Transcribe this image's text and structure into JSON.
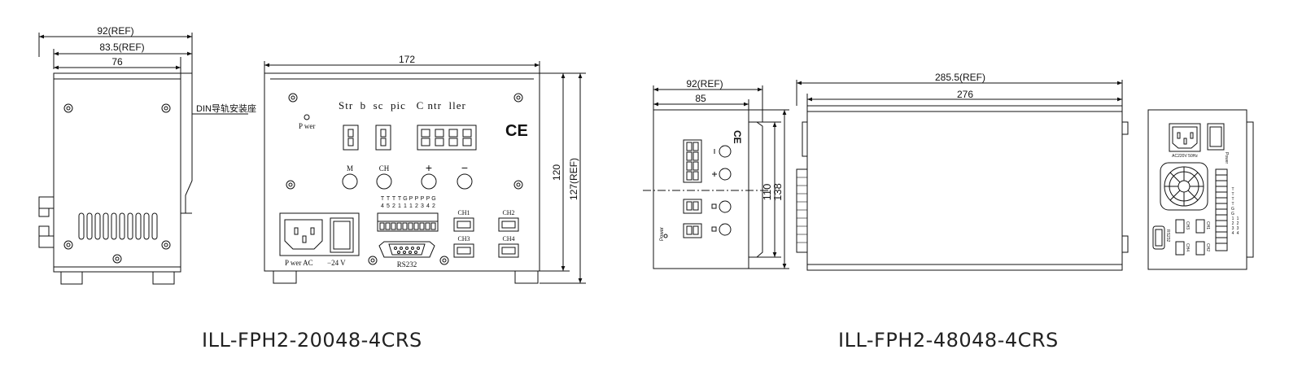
{
  "left": {
    "caption": "ILL-FPH2-20048-4CRS",
    "side": {
      "dim_total": "92(REF)",
      "dim_mid": "83.5(REF)",
      "dim_body": "76",
      "din_label": "DIN导轨安装座"
    },
    "front": {
      "dim_width": "172",
      "dim_height": "120",
      "dim_height_ref": "127(REF)",
      "title": "Str  b  sc  pic   C ntr  ller",
      "power_led": "P wer",
      "ce_mark": "CE",
      "buttons": [
        "M",
        "CH",
        "+",
        "−"
      ],
      "dip_labels": [
        "T",
        "T",
        "T",
        "T",
        "G",
        "P",
        "P",
        "P",
        "P",
        "G"
      ],
      "dip_numbers": [
        "4",
        "5",
        "2",
        "1",
        "1",
        "1",
        "2",
        "3",
        "4",
        "2"
      ],
      "ports": [
        "CH1",
        "CH2",
        "CH3",
        "CH4"
      ],
      "power_label": "P wer AC",
      "power_voltage": "−24  V",
      "serial_label": "RS232"
    }
  },
  "right": {
    "caption": "ILL-FPH2-48048-4CRS",
    "front": {
      "dim_total": "92(REF)",
      "dim_body": "85",
      "dim_inner_height": "110",
      "dim_height": "138",
      "power_label": "Power"
    },
    "side": {
      "dim_total": "285.5(REF)",
      "dim_body": "276"
    },
    "rear": {
      "power_label": "Power",
      "ac_label": "AC220V 50Hz",
      "serial_label": "RS232",
      "ports": [
        "CH1",
        "CH2",
        "CH3",
        "CH4"
      ],
      "terminal_labels": [
        "T",
        "T",
        "T",
        "T",
        "G",
        "G",
        "1",
        "2",
        "3",
        "4",
        "1",
        "2",
        "3",
        "4"
      ]
    }
  }
}
